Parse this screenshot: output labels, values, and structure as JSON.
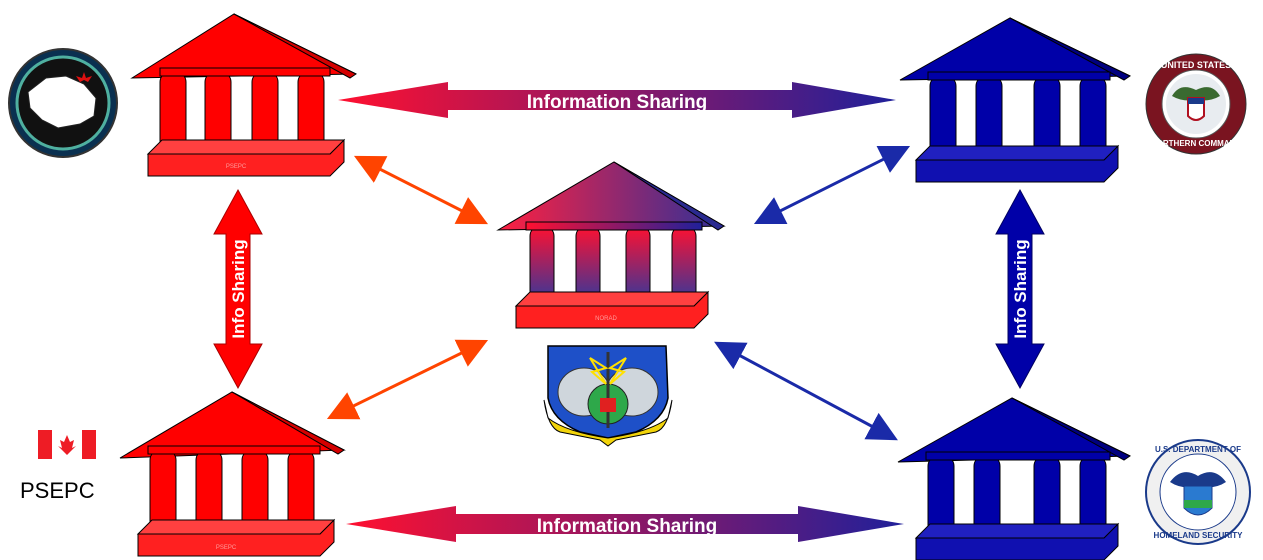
{
  "labels": {
    "top_arrow": "Information Sharing",
    "bottom_arrow": "Information Sharing",
    "left_arrow": "Info Sharing",
    "right_arrow": "Info Sharing",
    "psepc": "PSEPC"
  },
  "buildings": {
    "top_left": {
      "base_label": "PSEPC"
    },
    "bottom_left": {
      "base_label": "PSEPC"
    },
    "center": {
      "base_label": "NORAD"
    }
  },
  "seals": {
    "northcom": {
      "top_text": "UNITED STATES",
      "bottom_text": "NORTHERN COMMAND"
    },
    "dhs": {
      "top_text": "U.S. DEPARTMENT OF",
      "bottom_text": "HOMELAND SECURITY"
    }
  },
  "colors": {
    "canada_red": "#ff0000",
    "us_blue": "#0000a0",
    "connector_orange": "#ff4400",
    "connector_blue": "#1020a0"
  }
}
